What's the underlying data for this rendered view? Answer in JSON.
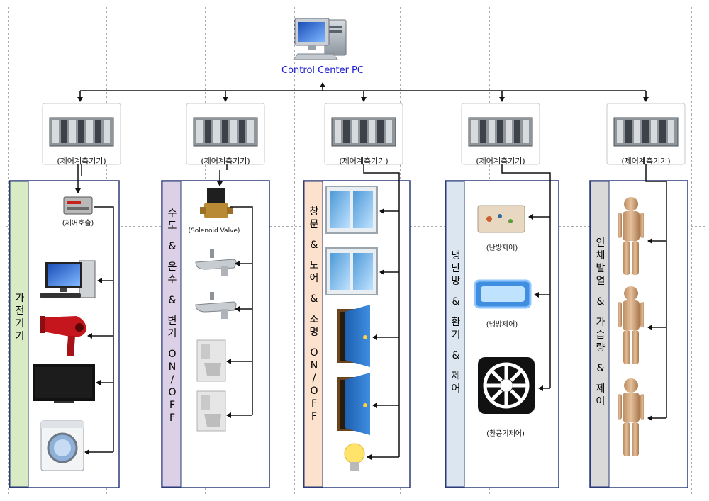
{
  "control_center": {
    "label": "Control Center PC"
  },
  "controllers": [
    {
      "label": "(제어계측기기)"
    },
    {
      "label": "(제어계측기기)"
    },
    {
      "label": "(제어계측기기)"
    },
    {
      "label": "(제어계측기기)"
    },
    {
      "label": "(제어계측기기)"
    }
  ],
  "panels": [
    {
      "title_chars": [
        "가",
        "전",
        "기",
        "기"
      ],
      "accent": "#d8ebc4",
      "device_labels": [
        "(제어호출)"
      ]
    },
    {
      "title_chars": [
        "수",
        "도",
        " ",
        "&",
        " ",
        "온",
        "수",
        " ",
        "&",
        " ",
        "변",
        "기",
        " ",
        "O",
        "N",
        "/",
        "O",
        "F",
        "F"
      ],
      "accent": "#dcd0e6",
      "device_labels": [
        "(Solenoid Valve)"
      ]
    },
    {
      "title_chars": [
        "창",
        "문",
        " ",
        "&",
        " ",
        "도",
        "어",
        " ",
        "&",
        " ",
        "조",
        "명",
        " ",
        "O",
        "N",
        "/",
        "O",
        "F",
        "F"
      ],
      "accent": "#fce1cc",
      "device_labels": []
    },
    {
      "title_chars": [
        "냉",
        "난",
        "방",
        " ",
        "&",
        " ",
        "환",
        "기",
        " ",
        "&",
        " ",
        "제",
        "어"
      ],
      "accent": "#dce6f0",
      "device_labels": [
        "(난방제어)",
        "(냉방제어)",
        "(환풍기제어)"
      ]
    },
    {
      "title_chars": [
        "인",
        "체",
        "발",
        "열",
        " ",
        "&",
        " ",
        "가",
        "습",
        "량",
        " ",
        "&",
        " ",
        "제",
        "어"
      ],
      "accent": "#d9d9d9",
      "device_labels": []
    }
  ],
  "colors": {
    "panel_border": "#2a3a7a",
    "connector": "#111111",
    "pc_label": "#1a1ad0"
  }
}
